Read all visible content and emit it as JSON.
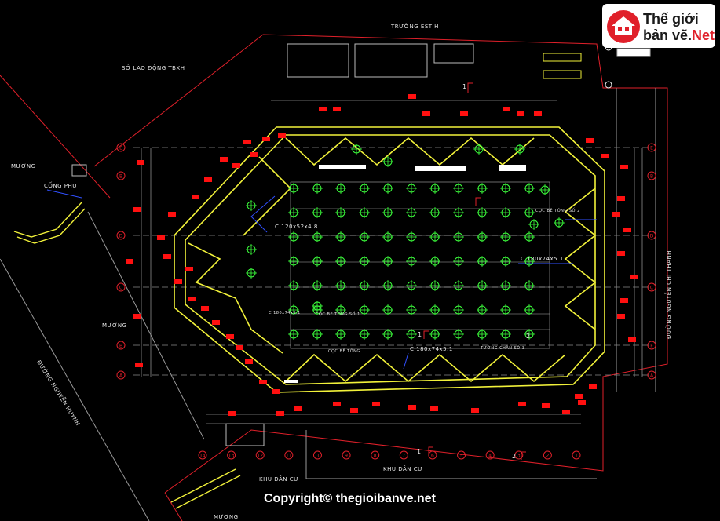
{
  "labels": {
    "top_school": "TRƯỜNG ESTIH",
    "labor_office": "SỞ LAO ĐỘNG TBXH",
    "canal_left": "MƯƠNG",
    "cong_phu": "CỐNG PHU",
    "canal_mid": "MƯƠNG",
    "road_left": "ĐƯỜNG NGUYỄN HUỲNH",
    "road_right": "ĐƯỜNG NGUYỄN CHÍ THANH",
    "residential_1": "KHU DÂN CƯ",
    "residential_2": "KHU DÂN CƯ",
    "canal_bottom": "MƯƠNG",
    "beam_c120": "C 120x52x4.8",
    "beam_c180_right": "C 180x74x5.1",
    "beam_c180_bottom": "C 180x74x5.1",
    "pile_label_1": "CỌC BÊ TÔNG SỐ 2",
    "pile_label_2": "CỌC BÊ TÔNG SỐ 1",
    "pile_label_3": "C 180x74x5.1",
    "pile_label_4": "CỌC BÊ TÔNG",
    "pile_label_5": "TƯỜNG CHẮN SỐ 3",
    "section_1": "1",
    "section_2": "2"
  },
  "axis_left": [
    "E",
    "B",
    "D",
    "C",
    "B",
    "A"
  ],
  "axis_right": [
    "E",
    "B",
    "D",
    "C",
    "F",
    "A"
  ],
  "axis_bottom": [
    "14",
    "13",
    "12",
    "11",
    "10",
    "9",
    "8",
    "7",
    "6",
    "5",
    "4",
    "3",
    "2",
    "1"
  ],
  "logo": {
    "line1": "Thế giới",
    "line2_a": "bản vẽ.",
    "line2_b": "Net"
  },
  "copyright": "Copyright© thegioibanve.net",
  "colors": {
    "background": "#000000",
    "boundary": "#e0202a",
    "structure": "#f2f23a",
    "pile": "#3cff3c",
    "axis": "#e0202a",
    "text": "#e6e6e6",
    "grey": "#9a9a9a",
    "blue": "#3050ff",
    "marker": "#ff1010"
  }
}
